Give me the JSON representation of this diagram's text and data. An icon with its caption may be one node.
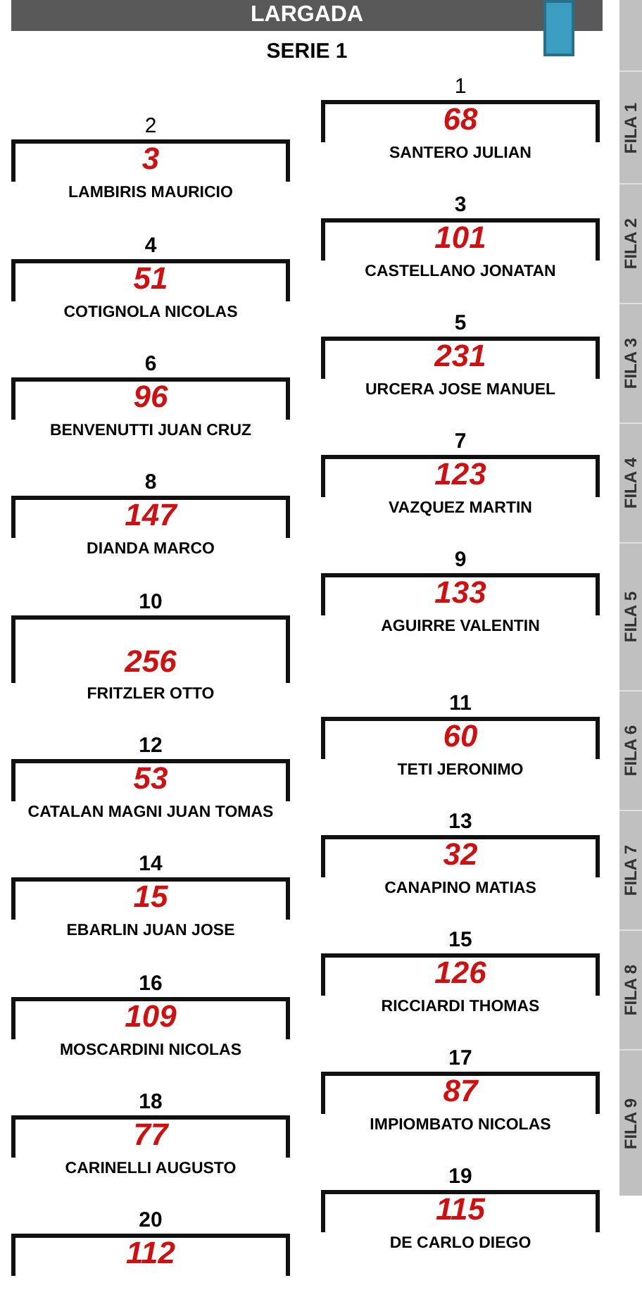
{
  "diagram": {
    "title": "LARGADA",
    "nodes": [
      {
        "text": [
          "1",
          "68",
          "SANTERO JULIAN"
        ]
      },
      {
        "text": [
          "2",
          "3",
          "LAMBIRIS MAURICIO"
        ]
      },
      {
        "text": [
          "3",
          "101",
          "CASTELLANO JONATAN"
        ]
      },
      {
        "text": [
          "4",
          "51",
          "COTIGNOLA NICOLAS"
        ]
      },
      {
        "text": [
          "5",
          "231",
          "URCERA JOSE MANUEL"
        ]
      },
      {
        "text": [
          "6",
          "96",
          "BENVENUTTI JUAN CRUZ"
        ]
      },
      {
        "text": [
          "7",
          "123",
          "VAZQUEZ MARTIN"
        ]
      },
      {
        "text": [
          "8",
          "147",
          "DIANDA MARCO"
        ]
      },
      {
        "text": [
          "9",
          "133",
          "AGUIRRE VALENTIN"
        ]
      },
      {
        "text": [
          "10",
          "256",
          "FRITZLER OTTO"
        ]
      },
      {
        "text": [
          "11",
          "60",
          "TETI JERONIMO"
        ]
      },
      {
        "text": [
          "12",
          "53",
          "CATALAN MAGNI JUAN TOMAS"
        ]
      },
      {
        "text": [
          "13",
          "32",
          "CANAPINO MATIAS"
        ]
      },
      {
        "text": [
          "14",
          "15",
          "EBARLIN JUAN JOSE"
        ]
      },
      {
        "text": [
          "15",
          "126",
          "RICCIARDI THOMAS"
        ]
      },
      {
        "text": [
          "16",
          "109",
          "MOSCARDINI NICOLAS"
        ]
      },
      {
        "text": [
          "17",
          "87",
          "IMPIOMBATO NICOLAS"
        ]
      },
      {
        "text": [
          "18",
          "77",
          "CARINELLI AUGUSTO"
        ]
      },
      {
        "text": [
          "19",
          "115",
          "DE CARLO DIEGO"
        ]
      },
      {
        "text": [
          "20",
          "112"
        ]
      },
      {
        "text": [
          "FILA 1"
        ]
      },
      {
        "text": [
          "FILA 2"
        ]
      },
      {
        "text": [
          "FILA 3"
        ]
      },
      {
        "text": [
          "FILA 4"
        ]
      },
      {
        "text": [
          "FILA 5"
        ]
      },
      {
        "text": [
          "FILA 6"
        ]
      },
      {
        "text": [
          "FILA 7"
        ]
      },
      {
        "text": [
          "FILA 8"
        ]
      },
      {
        "text": [
          "FILA 9"
        ]
      }
    ],
    "labels": [
      "SERIE 1"
    ]
  }
}
